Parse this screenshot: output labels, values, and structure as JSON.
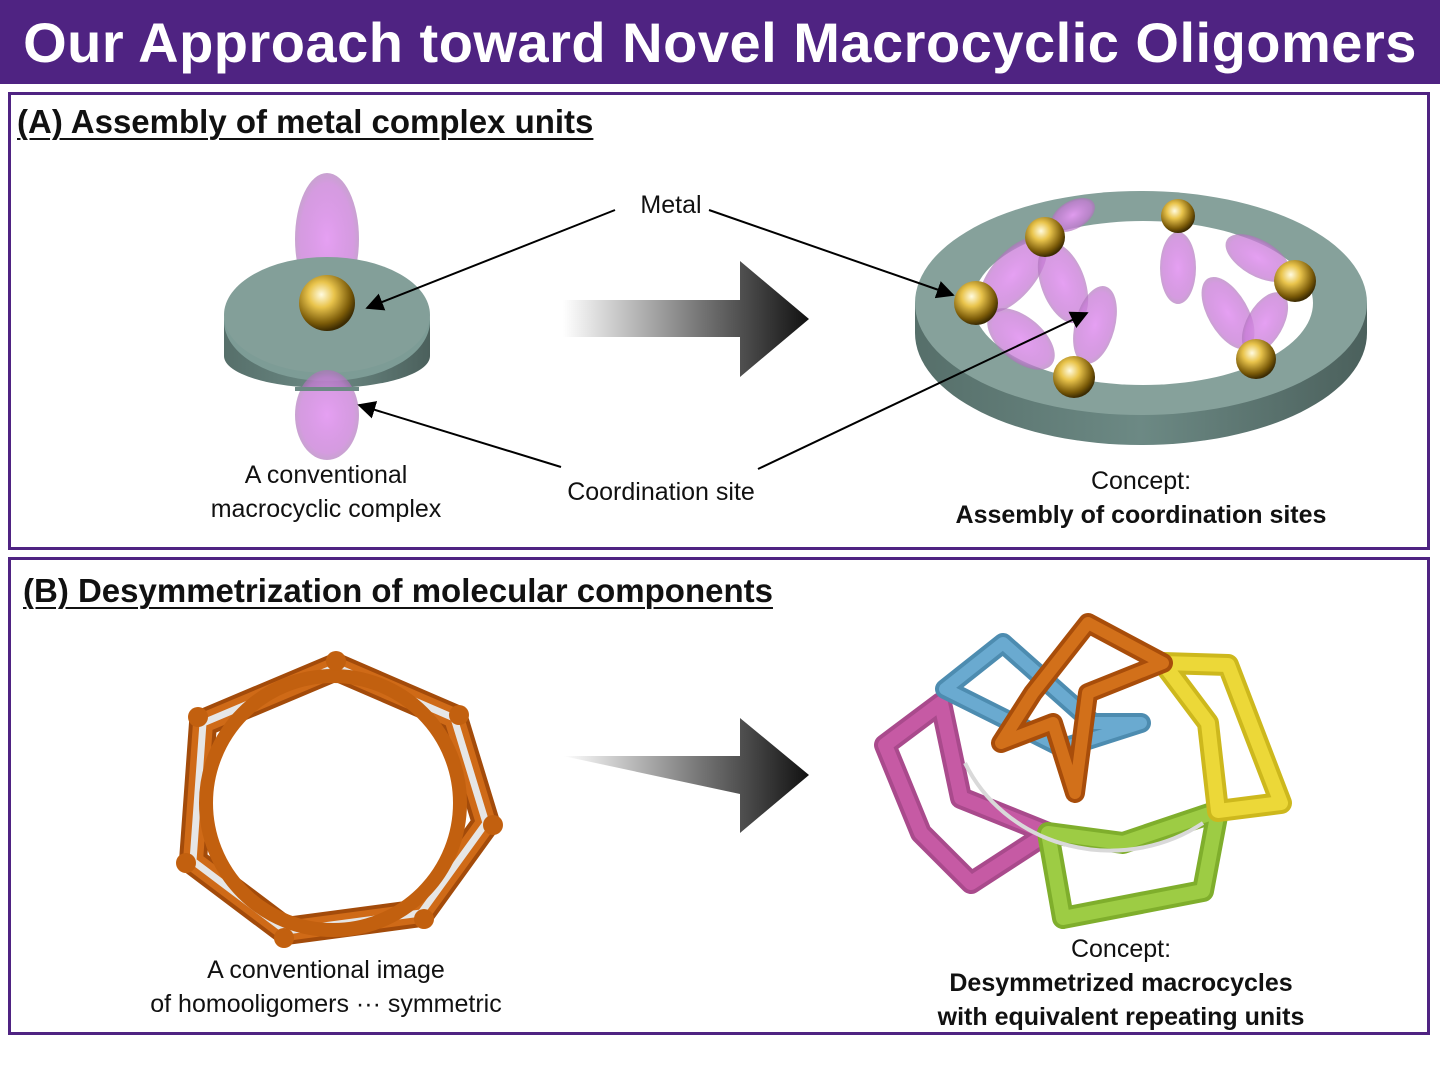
{
  "header": {
    "title": "Our Approach toward Novel Macrocyclic Oligomers"
  },
  "panel_a": {
    "title": "(A) Assembly of metal complex units",
    "metal_label": "Metal",
    "coordination_label": "Coordination site",
    "left_caption_line1": "A conventional",
    "left_caption_line2": "macrocyclic complex",
    "right_caption_line1": "Concept:",
    "right_caption_line2": "Assembly of coordination sites"
  },
  "panel_b": {
    "title": "(B) Desymmetrization of molecular components",
    "left_caption_line1": "A conventional image",
    "left_caption_line2": "of homooligomers ··· symmetric",
    "right_caption_line1": "Concept:",
    "right_caption_line2": "Desymmetrized macrocycles",
    "right_caption_line3": "with equivalent repeating units"
  },
  "colors": {
    "banner": "#4f2382",
    "ring": "#6e8f89",
    "metal": "#d9b33a",
    "lobe": "#d67be8",
    "orange_unit": "#c8600f",
    "blue_unit": "#5a9dc2",
    "yellow_unit": "#e6d12b",
    "green_unit": "#93c43a",
    "magenta_unit": "#b84f96"
  },
  "icons": [
    "metal-sphere-icon",
    "orbital-lobe-icon",
    "gradient-arrow-icon",
    "macrocycle-ring-icon"
  ]
}
